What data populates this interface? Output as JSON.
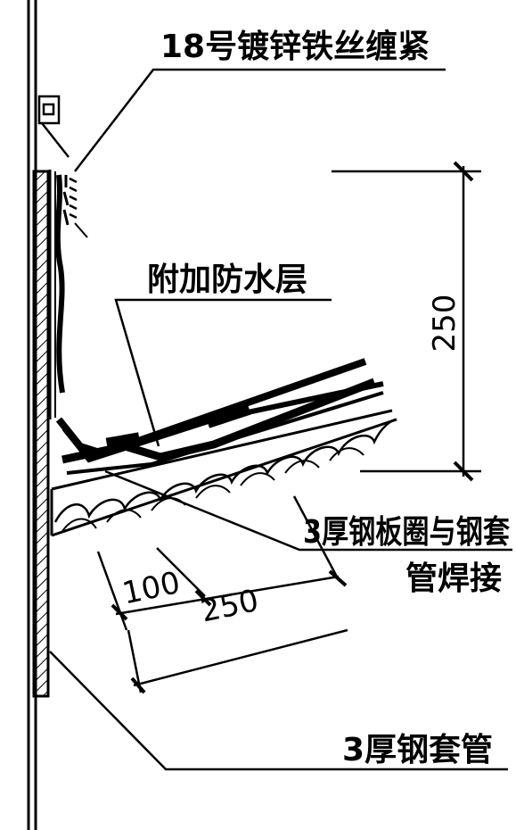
{
  "labels": {
    "wire": "18号镀锌铁丝缠紧",
    "waterproof_layer": "附加防水层",
    "steel_ring_line1": "3厚钢板圈与钢套",
    "steel_ring_line2": "管焊接",
    "steel_sleeve": "3厚钢套管"
  },
  "dimensions": {
    "vertical": "250",
    "slope_short": "100",
    "slope_long": "250"
  }
}
